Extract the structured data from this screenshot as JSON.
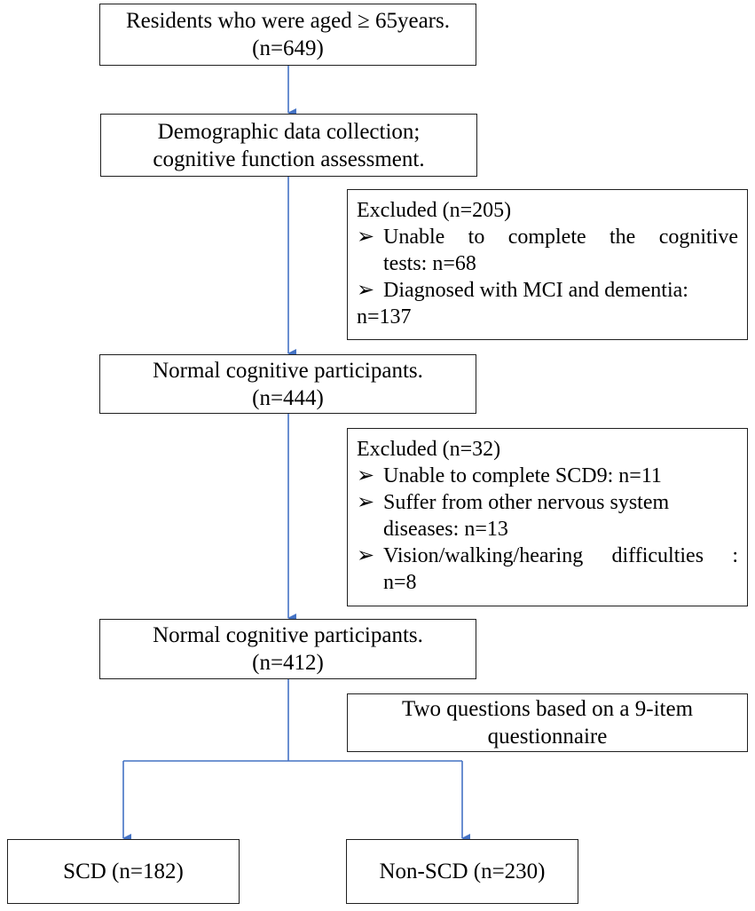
{
  "nodes": {
    "residents": {
      "line1": "Residents who were aged ≥ 65years.",
      "line2": "(n=649)"
    },
    "collection": {
      "line1": "Demographic data collection;",
      "line2": "cognitive function assessment."
    },
    "exclusion1": {
      "title": "Excluded (n=205)",
      "items": [
        {
          "line1": "Unable to complete the cognitive",
          "line2": "tests: n=68"
        },
        {
          "line1": "Diagnosed with MCI and dementia:",
          "line2": "n=137"
        }
      ]
    },
    "normal444": {
      "line1": "Normal cognitive participants.",
      "line2": "(n=444)"
    },
    "exclusion2": {
      "title": "Excluded (n=32)",
      "items": [
        {
          "line1": "Unable to complete SCD9: n=11"
        },
        {
          "line1": "Suffer from other nervous system",
          "line2": "diseases: n=13"
        },
        {
          "line1": "Vision/walking/hearing difficulties :",
          "line2": "n=8"
        }
      ]
    },
    "normal412": {
      "line1": "Normal cognitive participants.",
      "line2": "(n=412)"
    },
    "questions": {
      "line1": "Two questions based on a 9-item",
      "line2": "questionnaire"
    },
    "scd": {
      "label": "SCD (n=182)"
    },
    "nonscd": {
      "label": "Non-SCD (n=230)"
    }
  },
  "bullet_glyph": "➢",
  "colors": {
    "connector": "#4472c4",
    "border": "#1f1f1f"
  }
}
